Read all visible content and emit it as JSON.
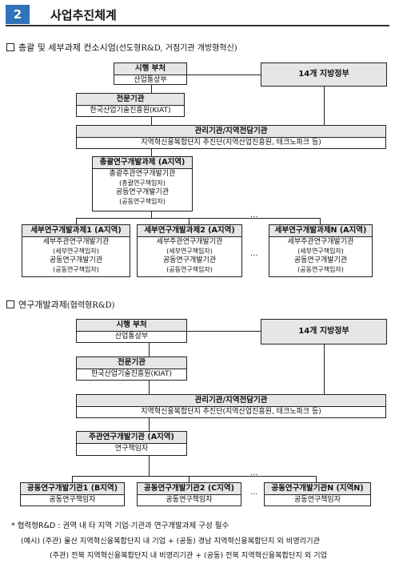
{
  "header": {
    "number": "2",
    "title": "사업추진체계"
  },
  "section1": {
    "label": "총괄 및 세부과제 컨소시엄",
    "sub": "(선도형R&D, 거점기관 개방형혁신)",
    "ministry": {
      "title": "시행 부처",
      "name": "산업통상부"
    },
    "regional": {
      "title": "14개 지방정부"
    },
    "agency": {
      "title": "전문기관",
      "name": "한국산업기술진흥원(KIAT)"
    },
    "mgmt": {
      "title": "관리기관/지역전담기관",
      "desc": "지역혁신융복합단지 추진단(지역산업진흥원, 테크노파크 등)"
    },
    "main": {
      "title": "총괄연구개발과제 (A지역)",
      "l1": "총괄주관연구개발기관",
      "l2": "(총괄연구책임자)",
      "l3": "공동연구개발기관",
      "l4": "(공동연구책임자)"
    },
    "subs": [
      {
        "title": "세부연구개발과제1 (A지역)",
        "l1": "세부주관연구개발기관",
        "l2": "(세부연구책임자)",
        "l3": "공동연구개발기관",
        "l4": "(공동연구책임자)"
      },
      {
        "title": "세부연구개발과제2 (A지역)",
        "l1": "세부주관연구개발기관",
        "l2": "(세부연구책임자)",
        "l3": "공동연구개발기관",
        "l4": "(공동연구책임자)"
      },
      {
        "title": "세부연구개발과제N (A지역)",
        "l1": "세부주관연구개발기관",
        "l2": "(세부연구책임자)",
        "l3": "공동연구개발기관",
        "l4": "(공동연구책임자)"
      }
    ],
    "ellipsis": "..."
  },
  "section2": {
    "label": "연구개발과제",
    "sub": "(협력형R&D)",
    "ministry": {
      "title": "시행 부처",
      "name": "산업통상부"
    },
    "regional": {
      "title": "14개 지방정부"
    },
    "agency": {
      "title": "전문기관",
      "name": "한국산업기술진흥원(KIAT)"
    },
    "mgmt": {
      "title": "관리기관/지역전담기관",
      "desc": "지역혁신융복합단지 추진단(지역산업진흥원, 테크노파크 등)"
    },
    "main": {
      "title": "주관연구개발기관 (A지역)",
      "l1": "연구책임자"
    },
    "subs": [
      {
        "title": "공동연구개발기관1 (B지역)",
        "l1": "공동연구책임자"
      },
      {
        "title": "공동연구개발기관2 (C지역)",
        "l1": "공동연구책임자"
      },
      {
        "title": "공동연구개발기관N (지역N)",
        "l1": "공동연구책임자"
      }
    ],
    "ellipsis": "..."
  },
  "notes": {
    "n1": "* 협력형R&D : 권역 내 타 지역 기업·기관과 연구개발과제 구성 필수",
    "n2": "(예시) (주관) 울산 지역혁신융복합단지 내 기업 + (공동) 경남 지역혁신융복합단지 외 비영리기관",
    "n3": "(주관) 전북 지역혁신융복합단지 내 비영리기관 + (공동) 전북 지역혁신융복합단지 외 기업"
  }
}
